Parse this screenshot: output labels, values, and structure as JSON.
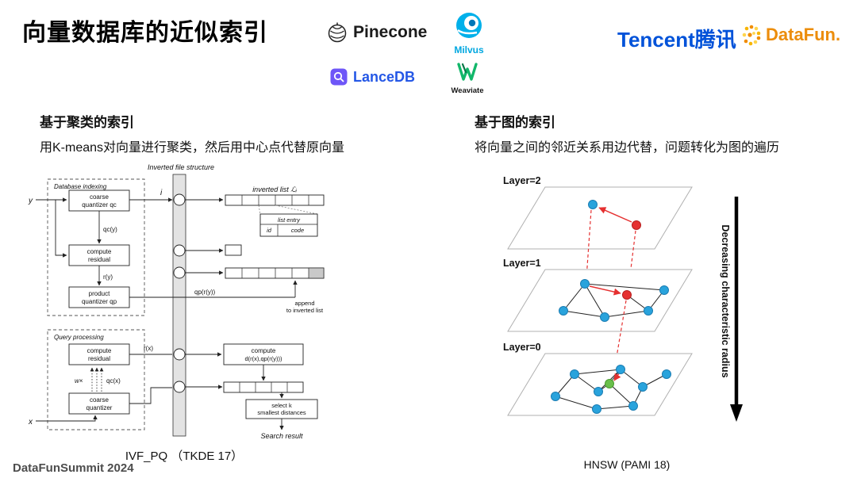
{
  "slide": {
    "title": "向量数据库的近似索引",
    "footer": "DataFunSummit 2024"
  },
  "logos": {
    "pinecone": "Pinecone",
    "milvus": "Milvus",
    "lancedb": "LanceDB",
    "weaviate": "Weaviate",
    "tencent_en": "Tencent",
    "tencent_cn": "腾讯",
    "datafun": "DataFun."
  },
  "cluster_section": {
    "heading": "基于聚类的索引",
    "description": "用K-means对向量进行聚类，然后用中心点代替原向量",
    "caption": "IVF_PQ （TKDE 17）",
    "diagram": {
      "title": "Inverted file structure",
      "database_box_label": "Database indexing",
      "query_box_label": "Query processing",
      "input_y": "y",
      "input_x": "x",
      "coarse_quantizer_line1": "coarse",
      "coarse_quantizer_line2": "quantizer qc",
      "qc_y": "qc(y)",
      "compute_line1": "compute",
      "compute_line2": "residual",
      "r_y": "r(y)",
      "product_quantizer_line1": "product",
      "product_quantizer_line2": "quantizer qp",
      "i_label": "i",
      "inverted_list_label": "inverted list ℒᵢ",
      "list_entry_label": "list entry",
      "id_label": "id",
      "code_label": "code",
      "qp_r_y": "qp(r(y))",
      "append_line1": "append",
      "append_line2": "to inverted list",
      "r_x": "r(x)",
      "qc_x": "qc(x)",
      "w_times": "w×",
      "coarse2_line1": "coarse",
      "coarse2_line2": "quantizer",
      "compute_d_line1": "compute",
      "compute_d_line2": "d(r(x),qp(r(y)))",
      "select_line1": "select k",
      "select_line2": "smallest distances",
      "search_result": "Search result"
    }
  },
  "graph_section": {
    "heading": "基于图的索引",
    "description": "将向量之间的邻近关系用边代替，问题转化为图的遍历",
    "caption": "HNSW (PAMI 18)",
    "layers": [
      "Layer=2",
      "Layer=1",
      "Layer=0"
    ],
    "axis_label": "Decreasing characteristic radius"
  }
}
